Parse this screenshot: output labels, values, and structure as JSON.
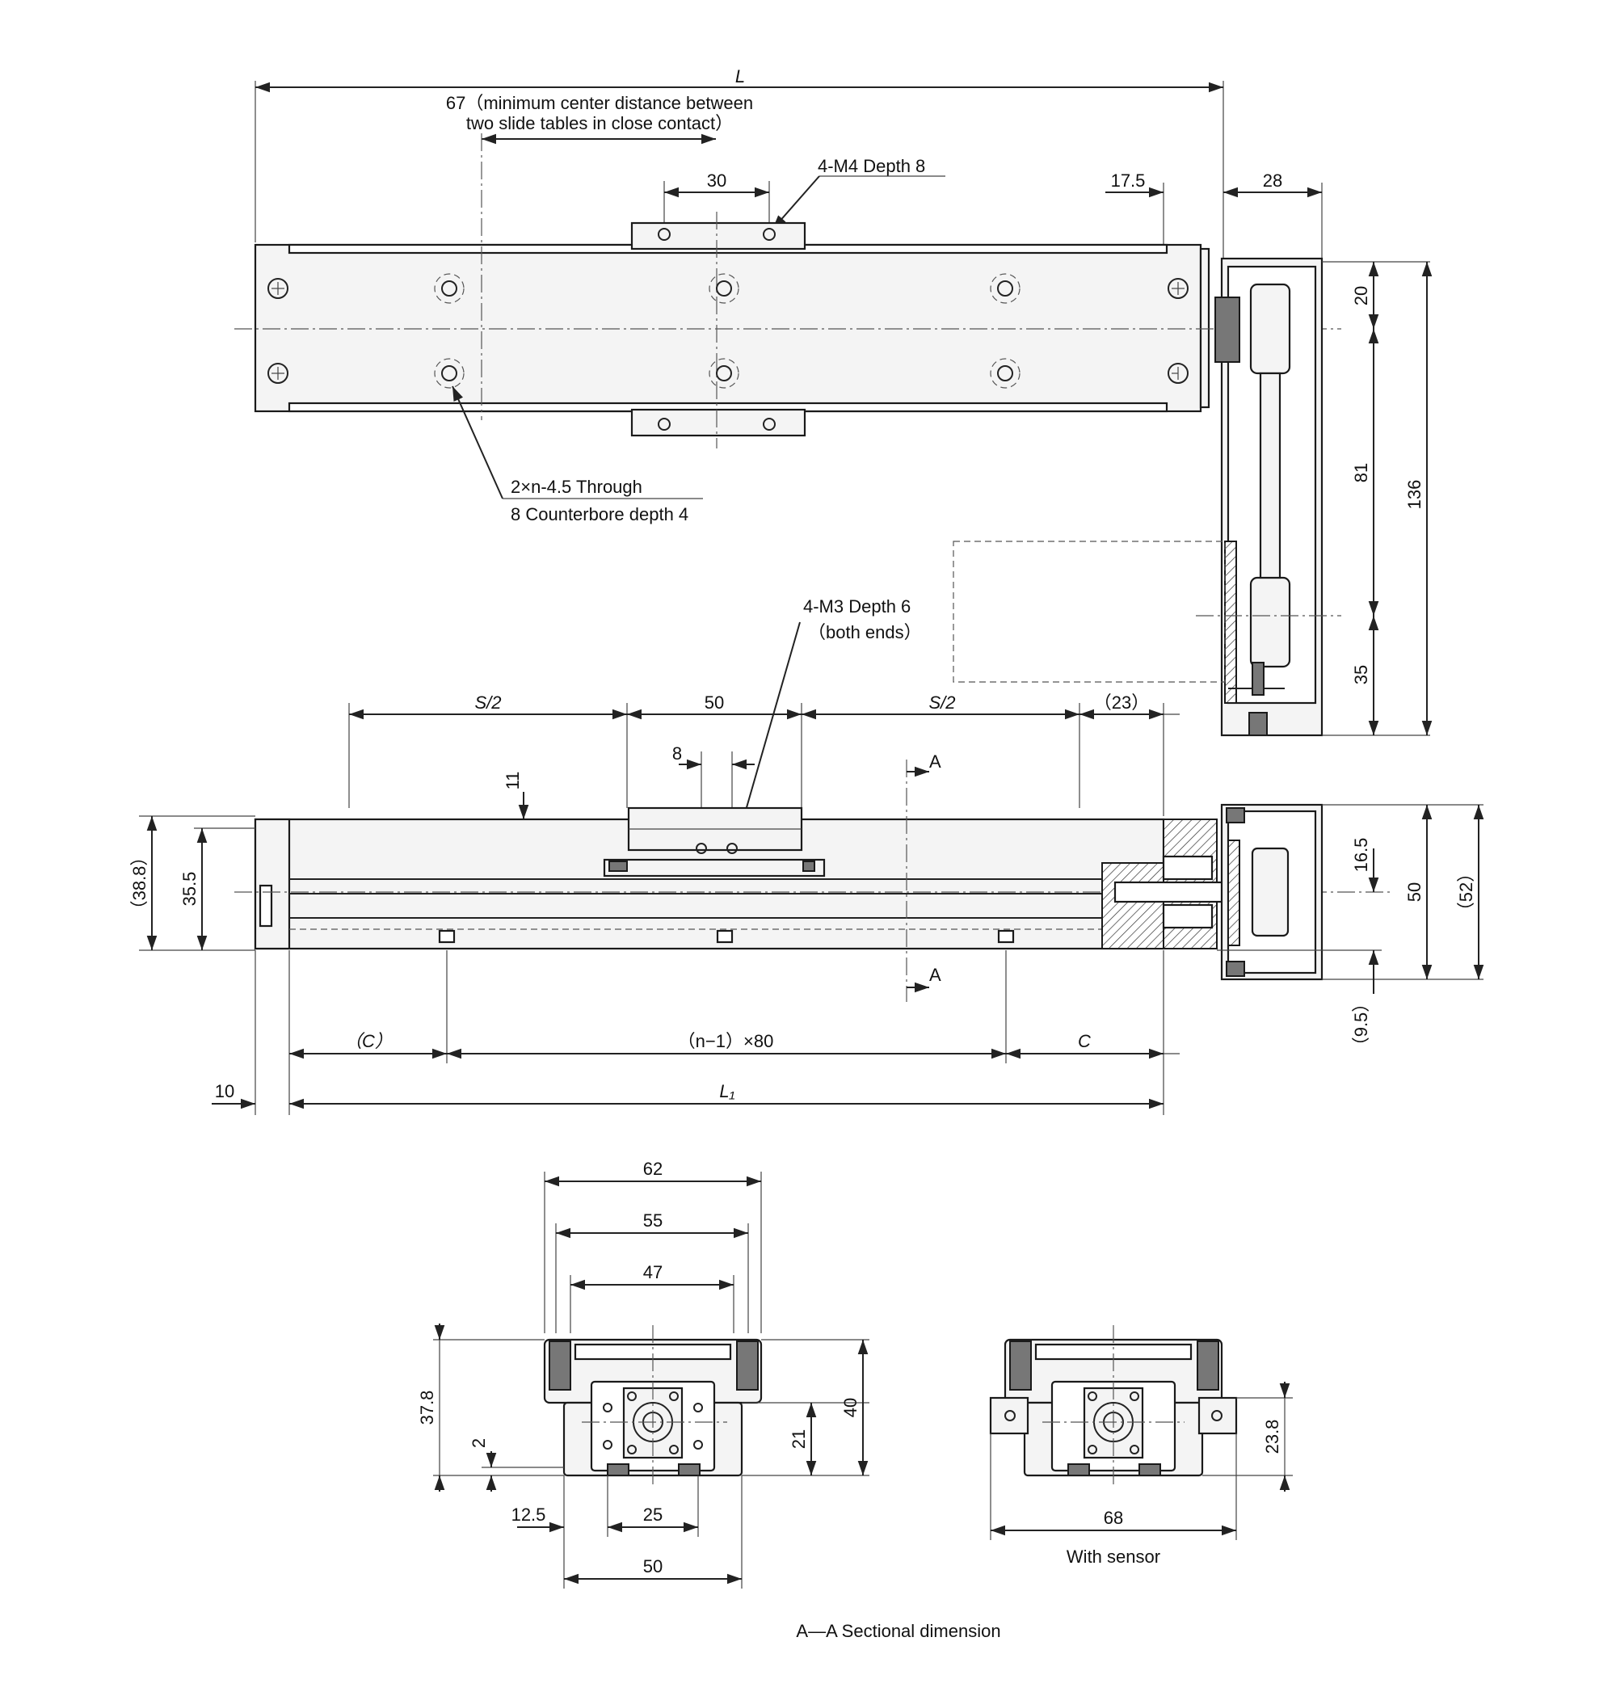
{
  "top_view": {
    "dim_L": "L",
    "dim_67_line1": "67（minimum center distance between",
    "dim_67_line2": "two slide tables in close contact）",
    "dim_30": "30",
    "note_m4": "4-M4 Depth 8",
    "dim_17_5": "17.5",
    "dim_28": "28",
    "dim_20": "20",
    "dim_81": "81",
    "dim_35": "35",
    "dim_136": "136",
    "note_through_1": "2×n-4.5 Through",
    "note_through_2": "8 Counterbore depth 4"
  },
  "side_view": {
    "note_m3_1": "4-M3 Depth 6",
    "note_m3_2": "（both ends）",
    "dim_s2_left": "S/2",
    "dim_50": "50",
    "dim_s2_right": "S/2",
    "dim_23": "（23）",
    "dim_8": "8",
    "dim_11": "11",
    "section_a_top": "A",
    "section_a_bottom": "A",
    "dim_38_8": "（38.8）",
    "dim_35_5": "35.5",
    "dim_16_5": "16.5",
    "dim_50_v": "50",
    "dim_52": "（52）",
    "dim_9_5": "（9.5）",
    "dim_c_left": "（C）",
    "dim_pitch": "（n−1）×80",
    "dim_c_right": "C",
    "dim_10": "10",
    "dim_L1": "L₁"
  },
  "section_view": {
    "dim_62": "62",
    "dim_55": "55",
    "dim_47": "47",
    "dim_37_8": "37.8",
    "dim_40": "40",
    "dim_21": "21",
    "dim_2": "2",
    "dim_12_5": "12.5",
    "dim_25": "25",
    "dim_50": "50"
  },
  "sensor_view": {
    "dim_23_8": "23.8",
    "dim_68": "68",
    "caption": "With sensor"
  },
  "caption": "A—A Sectional dimension"
}
